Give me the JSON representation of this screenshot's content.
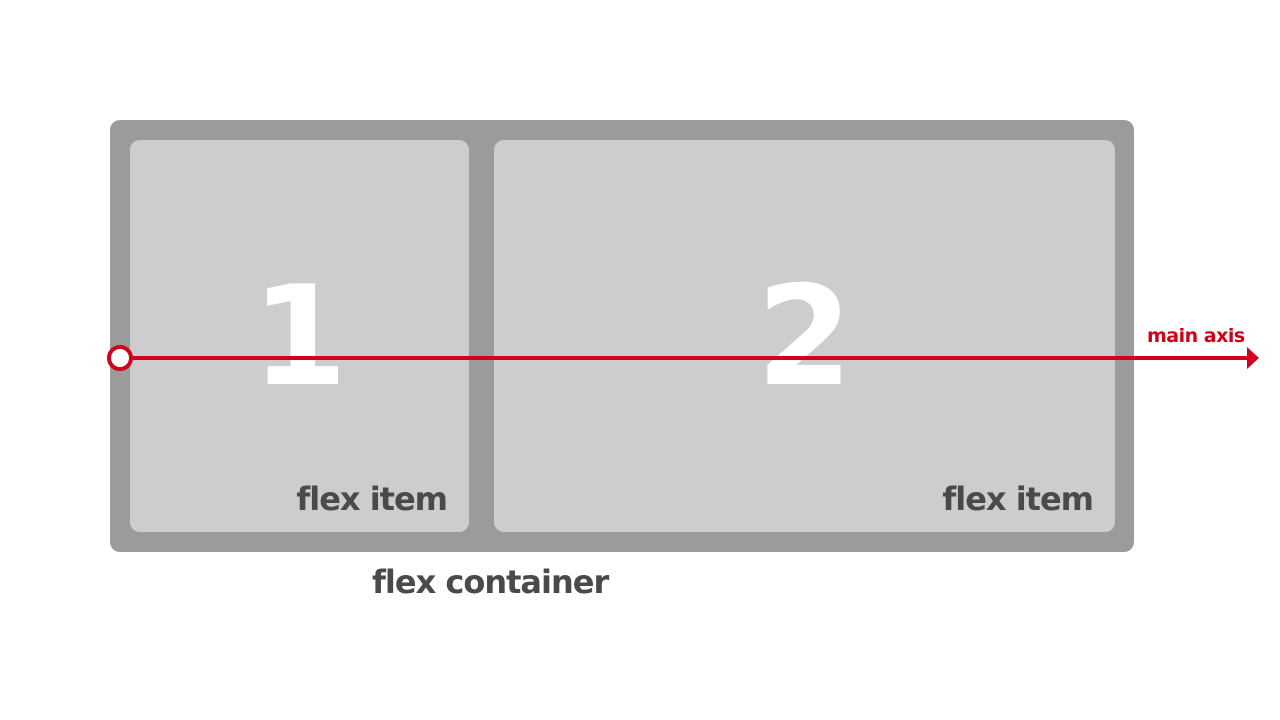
{
  "diagram": {
    "container_label": "flex container",
    "items": [
      {
        "number": "1",
        "label": "flex item"
      },
      {
        "number": "2",
        "label": "flex item"
      }
    ],
    "axis_label": "main axis"
  },
  "colors": {
    "container": "#9b9b9b",
    "item": "#cdcdcf",
    "number_text": "#ffffff",
    "label_text": "#4a4a4a",
    "axis": "#d0021b",
    "background": "#ffffff"
  }
}
